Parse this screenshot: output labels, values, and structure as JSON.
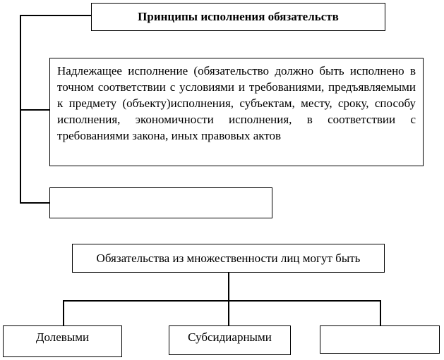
{
  "principles": {
    "title": "Принципы исполнения обязательств",
    "proper_performance": "Надлежащее исполнение (обязательство должно быть исполнено в точном соответствии с условиями и требованиями, предъявляемыми к предмету (объекту)исполнения, субъектам, месту, сроку, способу исполнения, экономичности исполнения, в соответствии с требованиями закона, иных правовых актов",
    "second_principle": ""
  },
  "plurality": {
    "title": "Обязательства из множественности лиц могут быть",
    "types": [
      "Долевыми",
      "Субсидиарными",
      ""
    ]
  }
}
